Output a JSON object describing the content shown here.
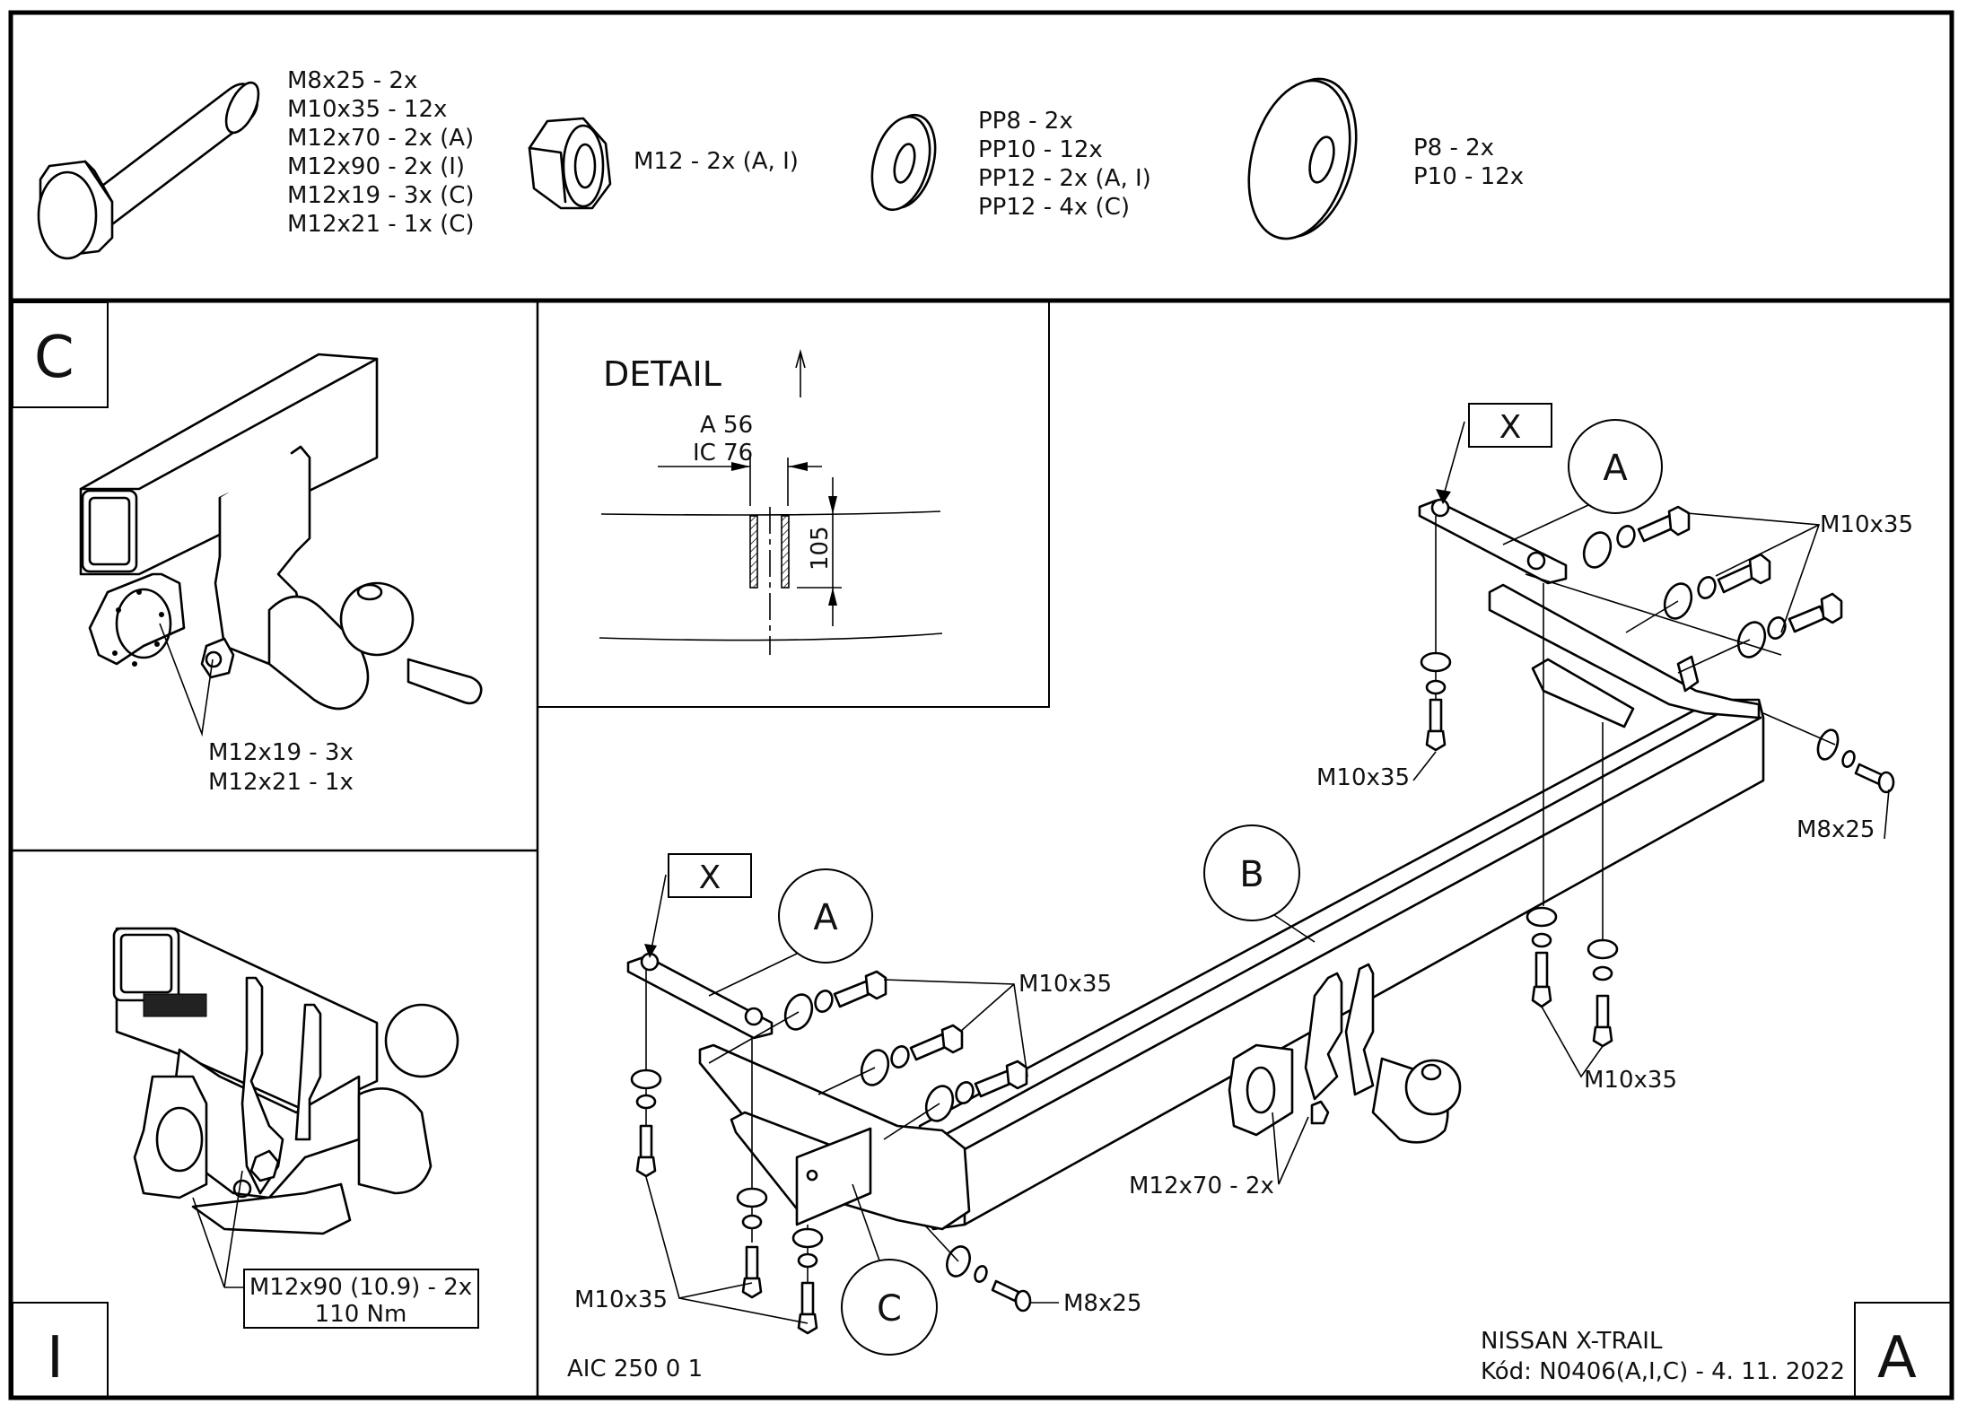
{
  "parts_list": {
    "bolts": {
      "icon": "hex-bolt-icon",
      "lines": [
        "M8x25 - 2x",
        "M10x35 - 12x",
        "M12x70 - 2x (A)",
        "M12x90 - 2x (I)",
        "M12x19 - 3x (C)",
        "M12x21 - 1x (C)"
      ]
    },
    "nuts": {
      "icon": "hex-nut-icon",
      "lines": [
        "M12 - 2x (A, I)"
      ]
    },
    "spring_washers": {
      "icon": "small-washer-icon",
      "lines": [
        "PP8 - 2x",
        "PP10 - 12x",
        "PP12 - 2x (A, I)",
        "PP12 - 4x (C)"
      ]
    },
    "flat_washers": {
      "icon": "large-washer-icon",
      "lines": [
        "P8 - 2x",
        "P10 - 12x"
      ]
    }
  },
  "panel_c": {
    "tag": "C",
    "callout": [
      "M12x19 - 3x",
      "M12x21 - 1x"
    ]
  },
  "panel_i": {
    "tag": "I",
    "callout": [
      "M12x90 (10.9) - 2x",
      "110 Nm"
    ]
  },
  "detail": {
    "title": "DETAIL",
    "width_labels": [
      "A 56",
      "IC 76"
    ],
    "height_label": "105"
  },
  "main": {
    "tag": "A",
    "labels": {
      "x_top": "X",
      "x_bottom": "X",
      "a_top": "A",
      "a_bottom": "A",
      "b": "B",
      "c": "C",
      "m10x35_top_right": "M10x35",
      "m10x35_top_left": "M10x35",
      "m8x25_top": "M8x25",
      "m10x35_bottom_upper": "M10x35",
      "m10x35_bottom_lower": "M10x35",
      "m10x35_right_lower": "M10x35",
      "m12x70": "M12x70 - 2x",
      "m8x25_bottom": "M8x25"
    },
    "part_number": "AIC 250 0 1",
    "vehicle": "NISSAN X-TRAIL",
    "code": "Kód: N0406(A,I,C) - 4. 11. 2022"
  }
}
